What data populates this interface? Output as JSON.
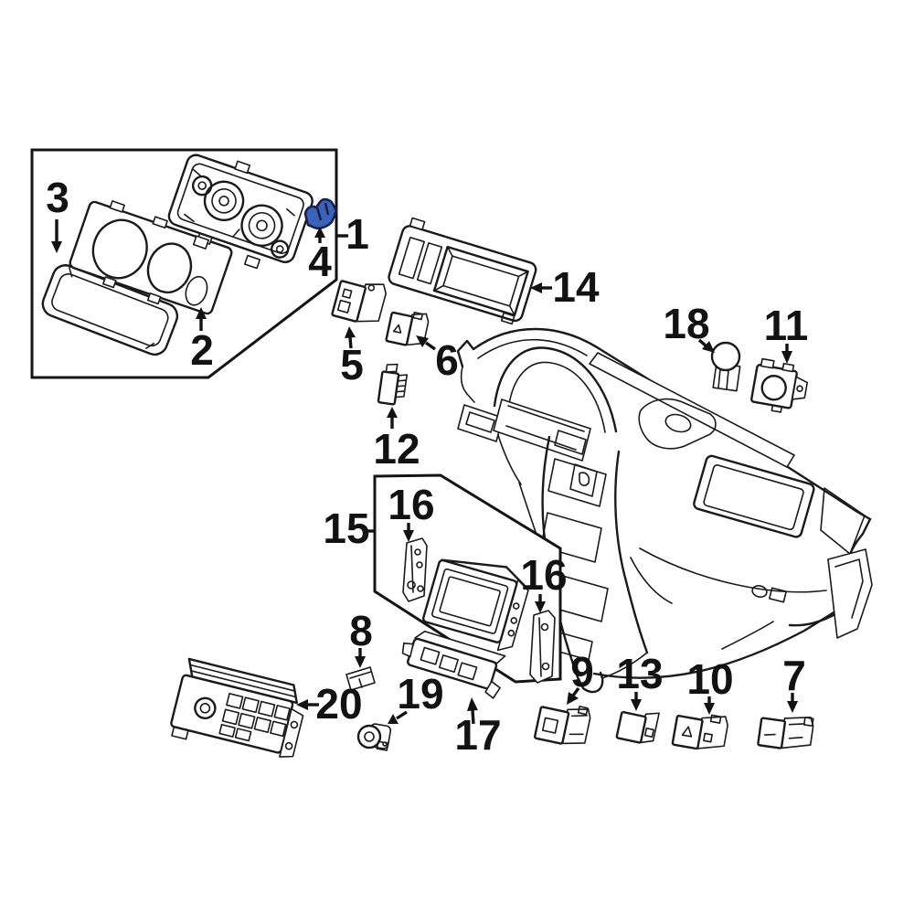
{
  "diagram_type": "exploded-parts-diagram",
  "colors": {
    "background": "#ffffff",
    "line": "#1a1a1a",
    "highlight_fill": "#3b63b8",
    "highlight_stroke": "#17224e"
  },
  "highlighted_part_number": "4",
  "callouts": {
    "c1": "1",
    "c2": "2",
    "c3": "3",
    "c4": "4",
    "c5": "5",
    "c6": "6",
    "c7": "7",
    "c8": "8",
    "c9": "9",
    "c10": "10",
    "c11": "11",
    "c12": "12",
    "c13": "13",
    "c14": "14",
    "c15": "15",
    "c16a": "16",
    "c16b": "16",
    "c17": "17",
    "c18": "18",
    "c19": "19",
    "c20": "20"
  }
}
